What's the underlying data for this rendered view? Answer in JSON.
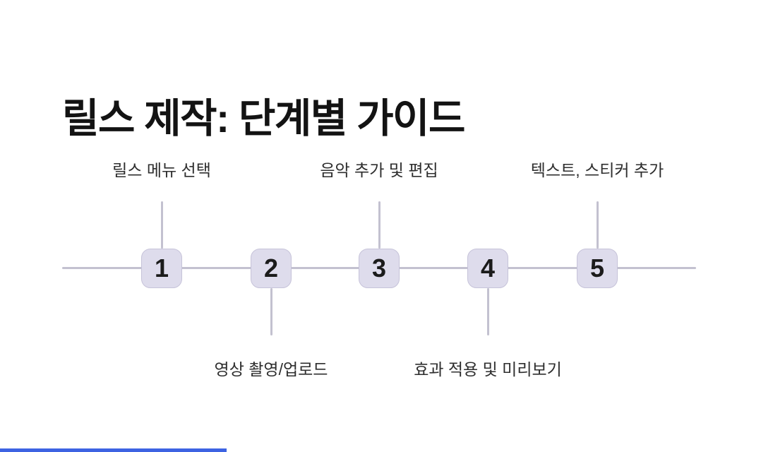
{
  "title": "릴스 제작: 단계별 가이드",
  "timeline": {
    "steps": [
      {
        "number": "1",
        "label": "릴스 메뉴 선택",
        "label_position": "above"
      },
      {
        "number": "2",
        "label": "영상 촬영/업로드",
        "label_position": "below"
      },
      {
        "number": "3",
        "label": "음악 추가 및 편집",
        "label_position": "above"
      },
      {
        "number": "4",
        "label": "효과 적용 및 미리보기",
        "label_position": "below"
      },
      {
        "number": "5",
        "label": "텍스트, 스티커 추가",
        "label_position": "above"
      }
    ]
  },
  "colors": {
    "badge_background": "#dedcec",
    "badge_border": "#c6c3d9",
    "timeline_line": "#c3c1d0",
    "number_text": "#1b1b1b",
    "label_text": "#2e2e2e",
    "title_text": "#131313",
    "progress_bar": "#3d63e2"
  }
}
